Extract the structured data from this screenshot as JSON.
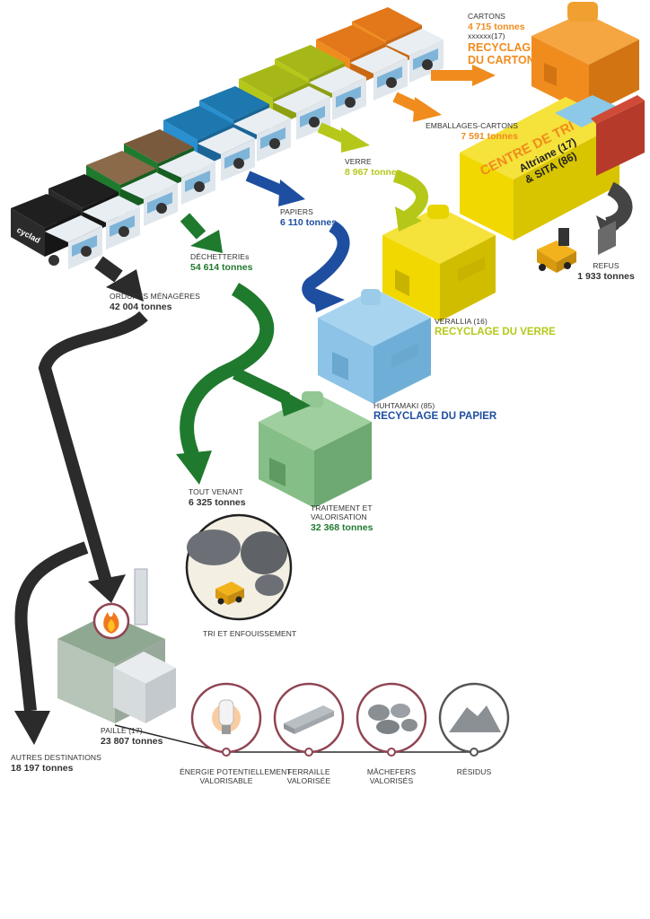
{
  "brand": "cyclad",
  "colors": {
    "black": "#2b2b2b",
    "green": "#1f7a2e",
    "blue": "#1e4ea0",
    "lime": "#b5c81a",
    "orange": "#f08c1e",
    "yellow": "#f0d800",
    "grey": "#555555",
    "ring": "#8f4452"
  },
  "streams": {
    "ordures": {
      "label": "ORDURES MÉNAGÈRES",
      "value": "42 004 tonnes"
    },
    "decheteries": {
      "label": "DÉCHETTERIEs",
      "value": "54 614 tonnes"
    },
    "papiers": {
      "label": "PAPIERS",
      "value": "6 110 tonnes"
    },
    "verre": {
      "label": "VERRE",
      "value": "8 967 tonnes"
    },
    "emballages": {
      "label": "EMBALLAGES-CARTONS",
      "value": "7 591 tonnes"
    },
    "cartons": {
      "label": "CARTONS",
      "value": "4 715 tonnes"
    }
  },
  "facilities": {
    "carton": {
      "sub": "xxxxxx(17)",
      "line1": "RECYCLAGE",
      "line2": "DU CARTON"
    },
    "centre": {
      "line1": "CENTRE DE TRI",
      "line2": "Altriane (17)",
      "line3": "& SITA (86)"
    },
    "refus": {
      "label": "REFUS",
      "value": "1 933 tonnes"
    },
    "verre": {
      "sub": "VERALLIA (16)",
      "title": "RECYCLAGE DU VERRE"
    },
    "papier": {
      "sub": "HUHTAMAKI (85)",
      "title": "RECYCLAGE DU PAPIER"
    },
    "traitement": {
      "line1": "TRAITEMENT ET",
      "line2": "VALORISATION",
      "value": "32 368 tonnes"
    },
    "toutvenant": {
      "label": "TOUT VENANT",
      "value": "6 325 tonnes"
    },
    "enfouissement": {
      "label": "TRI ET ENFOUISSEMENT"
    },
    "paille": {
      "label": "PAILLÉ (17)",
      "value": "23 807 tonnes"
    },
    "autres": {
      "label": "AUTRES DESTINATIONS",
      "value": "18 197 tonnes"
    }
  },
  "outputs": [
    {
      "line1": "ÉNERGIE POTENTIELLEMENT",
      "line2": "VALORISABLE",
      "icon": "bulb-icon"
    },
    {
      "line1": "FERRAILLE",
      "line2": "VALORISÉE",
      "icon": "scrap-metal-icon"
    },
    {
      "line1": "MÂCHEFERS",
      "line2": "VALORISÉS",
      "icon": "clinker-icon"
    },
    {
      "line1": "RÉSIDUS",
      "line2": "",
      "icon": "residue-icon"
    }
  ]
}
